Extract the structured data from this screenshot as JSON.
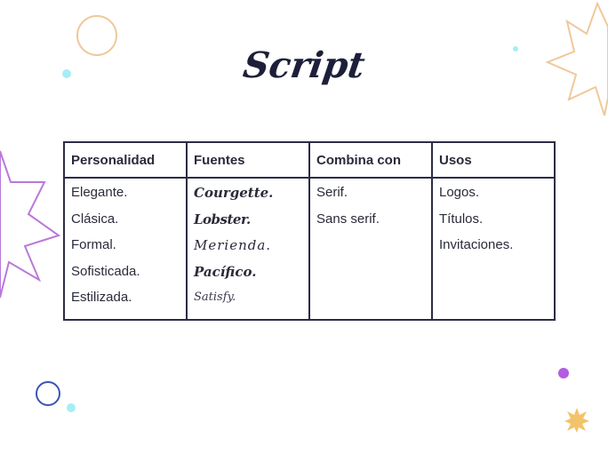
{
  "title": "Script",
  "table": {
    "headers": [
      "Personalidad",
      "Fuentes",
      "Combina con",
      "Usos"
    ],
    "personalidad": [
      "Elegante.",
      "Clásica.",
      "Formal.",
      "Sofisticada.",
      "Estilizada."
    ],
    "fuentes": [
      "Courgette.",
      "Lobster.",
      "Merienda.",
      "Pacífico.",
      "Satisfy."
    ],
    "combina_con": [
      "Serif.",
      "Sans serif."
    ],
    "usos": [
      "Logos.",
      "Títulos.",
      "Invitaciones."
    ]
  },
  "colors": {
    "title": "#1d1f3a",
    "border": "#2b2d45",
    "circle_peach": "#f0c89a",
    "star_peach": "#f0c89a",
    "star_purple": "#b979d9",
    "dot_cyan": "#a6eef5",
    "circle_blue": "#3b55b5",
    "dot_purple": "#b25ee0",
    "burst_gold": "#f2c36b"
  }
}
